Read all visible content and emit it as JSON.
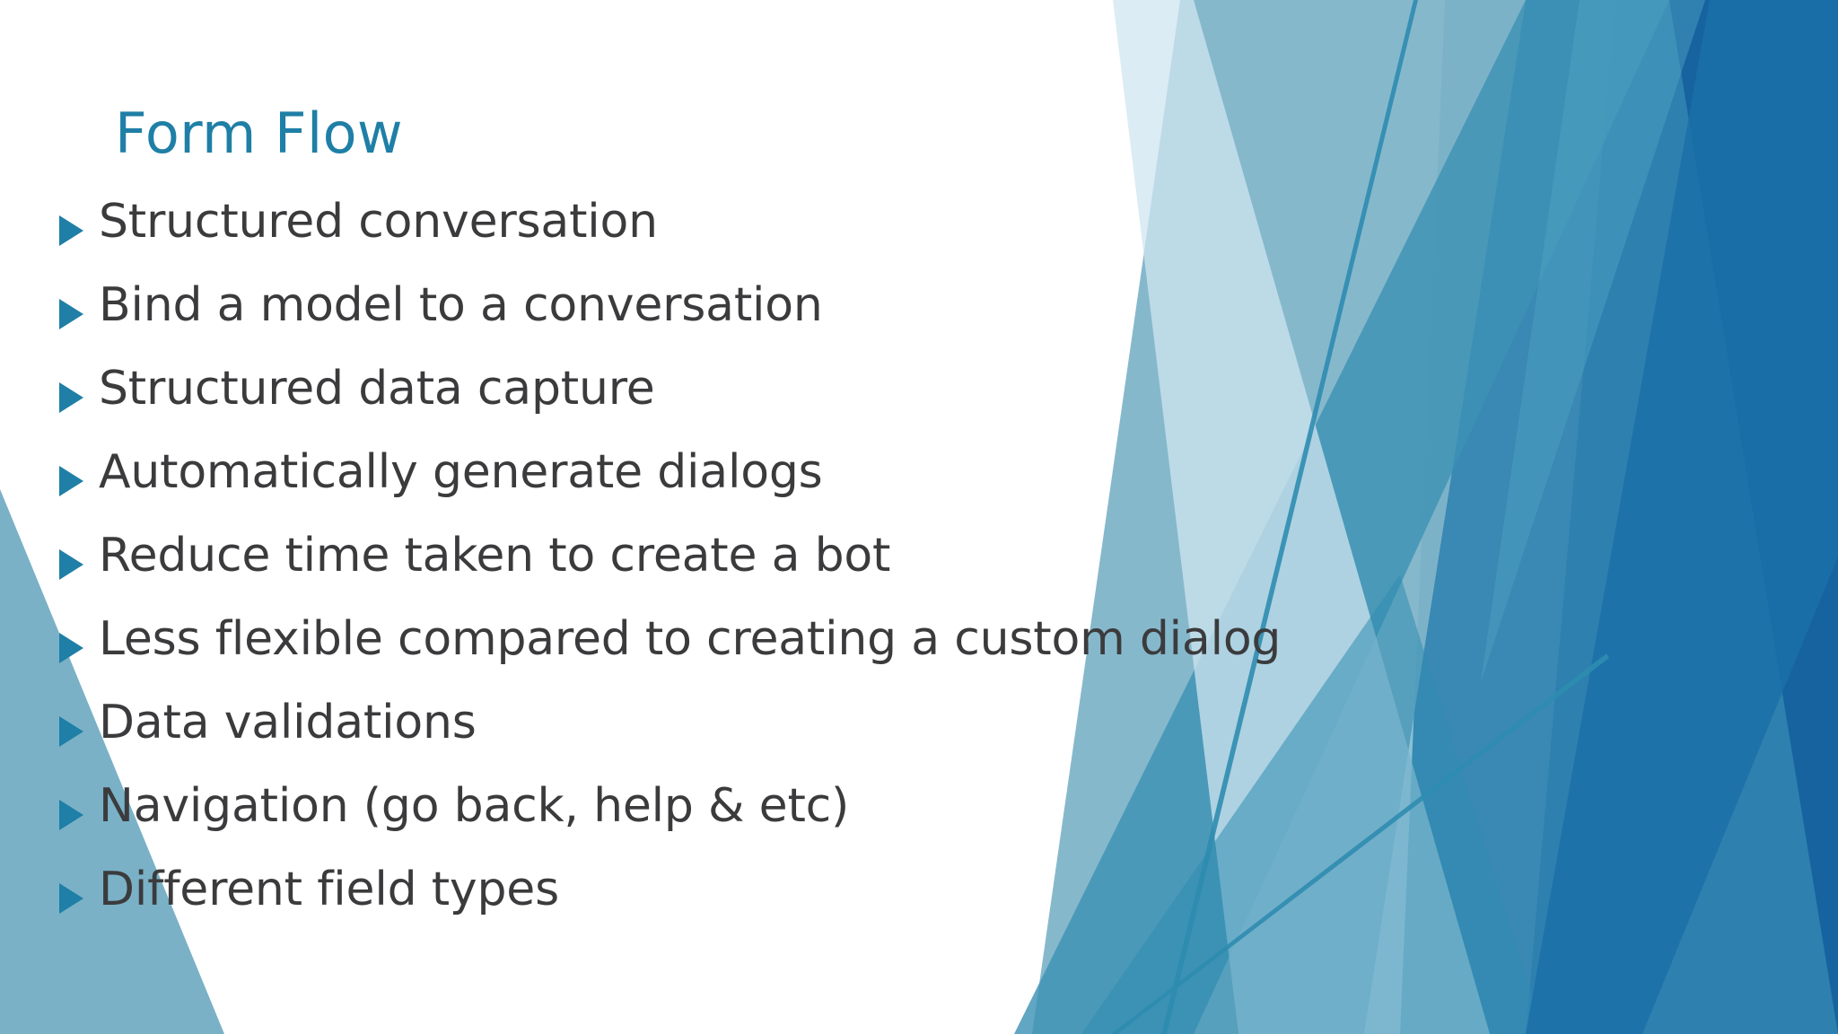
{
  "slide": {
    "title": "Form Flow",
    "bullets": [
      {
        "text": "Structured conversation"
      },
      {
        "text": "Bind a model to a conversation"
      },
      {
        "text": "Structured data capture"
      },
      {
        "text": "Automatically generate dialogs"
      },
      {
        "text": "Reduce time taken to create a bot"
      },
      {
        "text": "Less flexible compared to creating a custom dialog"
      },
      {
        "text": "Data validations"
      },
      {
        "text": "Navigation (go back, help & etc)"
      },
      {
        "text": "Different field types"
      }
    ]
  },
  "theme": {
    "title_color": "#1F7FA6",
    "bullet_marker_color": "#1F7FA6",
    "body_text_color": "#3B3B3D",
    "background_color": "#FFFFFF",
    "accent_pale_blue": "#D7EAF2",
    "accent_light_blue": "#9CC7D8",
    "accent_mid_blue": "#6FAAC2",
    "accent_steel_blue": "#3E93B5",
    "accent_deep_blue": "#1B6FA8",
    "accent_dark_blue": "#1763A0",
    "accent_hairline": "#2F8CB0"
  }
}
